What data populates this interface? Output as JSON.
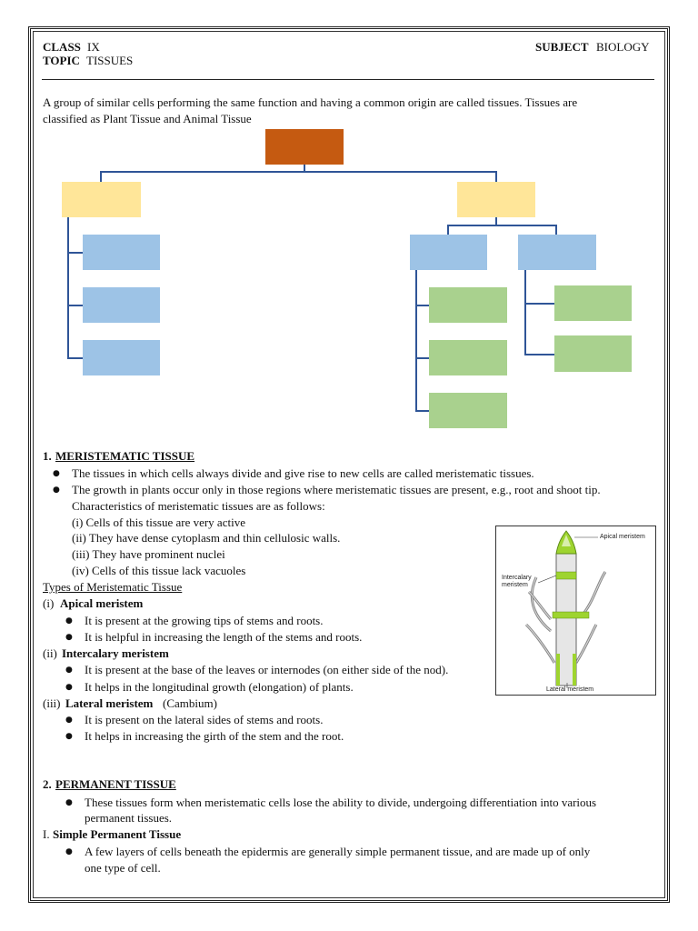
{
  "header": {
    "class_label": "CLASS",
    "class_value": "IX",
    "topic_label": "TOPIC",
    "topic_value": "TISSUES",
    "subject_label": "SUBJECT",
    "subject_value": "BIOLOGY"
  },
  "intro": {
    "line1": "A group of similar cells performing the same function and having a common origin are called tissues. Tissues are",
    "line2": "classified as Plant Tissue and Animal Tissue"
  },
  "meristematic": {
    "heading_num": "1.",
    "heading": "MERISTEMATIC TISSUE",
    "bullet1": "The tissues in which cells always divide and give rise to new cells are called meristematic tissues.",
    "bullet2_line1": "The growth in plants occur only in those regions where meristematic tissues are present, e.g., root and shoot tip.",
    "bullet2_line2": "Characteristics of meristematic tissues are as follows:",
    "char1": "(i) Cells of this tissue are very active",
    "char2": "(ii) They have dense cytoplasm and thin cellulosic walls.",
    "char3": "(iii) They have prominent nuclei",
    "char4": "(iv) Cells of this tissue lack vacuoles",
    "types_heading": "Types of Meristematic Tissue",
    "apical_prefix": "(i)",
    "apical_title": "Apical meristem",
    "apical_b1": "It is present at the growing tips of stems and roots.",
    "apical_b2": "It is helpful in increasing the length of the stems and roots.",
    "intercalary_prefix": "(ii)",
    "intercalary_title": "Intercalary meristem",
    "intercalary_b1": "It is present at the base of the leaves or internodes (on either side of the nod).",
    "intercalary_b2": "It helps in the longitudinal growth (elongation) of plants.",
    "lateral_prefix": "(iii)",
    "lateral_title": "Lateral meristem",
    "lateral_suffix": "(Cambium)",
    "lateral_b1": "It is present on the lateral sides of stems and roots.",
    "lateral_b2": "It helps in increasing the girth of the stem and the root."
  },
  "figure": {
    "apical_label": "Apical meristem",
    "intercalary_label_line1": "Intercalary",
    "intercalary_label_line2": "meristem",
    "lateral_label": "Lateral meristem"
  },
  "permanent": {
    "heading_num": "2.",
    "heading": "PERMANENT TISSUE",
    "bullet1_line1": "These tissues form when meristematic cells lose the ability to divide, undergoing differentiation into various",
    "bullet1_line2": "permanent tissues.",
    "simple_prefix": "I.",
    "simple_title": "Simple Permanent Tissue",
    "simple_b1_line1": "A few layers of cells beneath the epidermis are generally simple permanent tissue, and are made up of only",
    "simple_b1_line2": "one type of cell."
  },
  "bullet_glyph": "●",
  "colors": {
    "root_box": "#c55a11",
    "level1_box": "#ffe699",
    "level2_box": "#9dc3e6",
    "level3_box": "#a9d18e",
    "connector": "#2f5597"
  }
}
